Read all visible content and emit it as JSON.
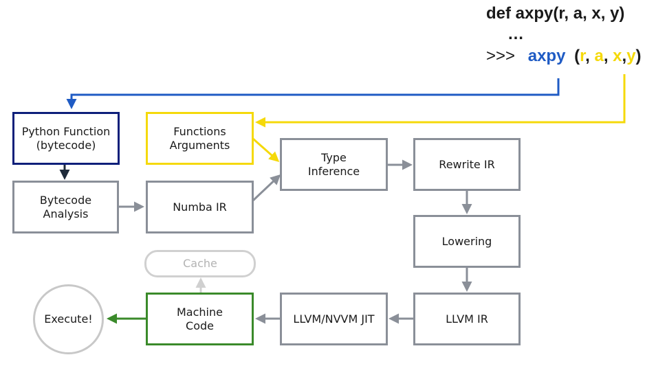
{
  "code": {
    "def_line": "def axpy(r, a, x, y)",
    "ellipsis": "…",
    "prompt": ">>>",
    "call_name": "axpy",
    "open_paren": "(",
    "arg_r": "r",
    "comma_1": ",",
    "arg_a": "a",
    "comma_2": ",",
    "arg_x": "x",
    "comma_3": ",",
    "arg_y": "y",
    "close_paren": ")"
  },
  "nodes": {
    "python_function": {
      "line1": "Python Function",
      "line2": "(bytecode)"
    },
    "functions_arguments": {
      "line1": "Functions",
      "line2": "Arguments"
    },
    "bytecode_analysis": {
      "line1": "Bytecode",
      "line2": "Analysis"
    },
    "numba_ir": {
      "line1": "Numba IR"
    },
    "type_inference": {
      "line1": "Type",
      "line2": "Inference"
    },
    "rewrite_ir": {
      "line1": "Rewrite IR"
    },
    "lowering": {
      "line1": "Lowering"
    },
    "llvm_ir": {
      "line1": "LLVM IR"
    },
    "llvm_nvvm_jit": {
      "line1": "LLVM/NVVM JIT"
    },
    "machine_code": {
      "line1": "Machine",
      "line2": "Code"
    },
    "cache": {
      "line1": "Cache"
    },
    "execute": {
      "line1": "Execute!"
    }
  },
  "colors": {
    "blue": "#1f5bc4",
    "yellow": "#f5d90a",
    "navy": "#0d1f7a",
    "gray": "#8a8f98",
    "dark_arrow": "#1e2a3a",
    "green": "#3a8a2a",
    "light_gray": "#d0d0d0",
    "text": "#1a1a1a"
  }
}
